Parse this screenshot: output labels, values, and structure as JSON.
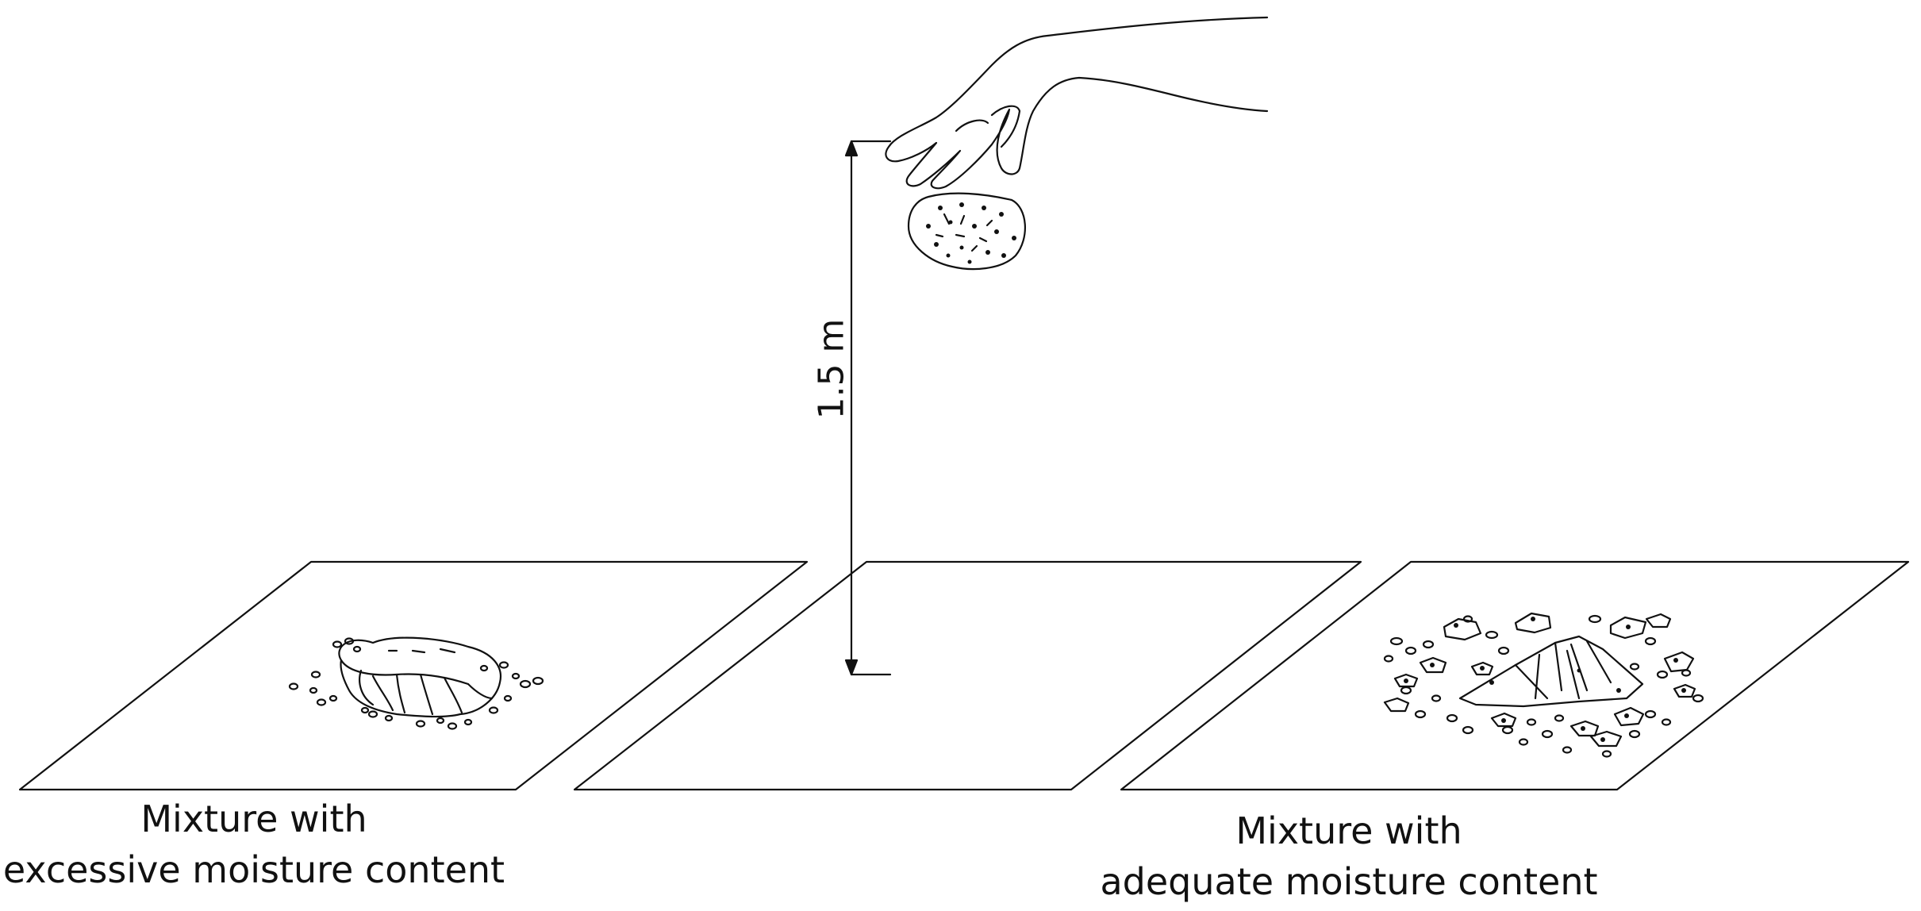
{
  "dimension": {
    "label": "1.5 m"
  },
  "captions": {
    "left": {
      "line1": "Mixture with",
      "line2": "excessive moisture content"
    },
    "right": {
      "line1": "Mixture with",
      "line2": "adequate moisture content"
    }
  },
  "colors": {
    "stroke": "#111111",
    "background": "#ffffff"
  },
  "icons": [
    "hand-icon",
    "soil-ball-icon",
    "flattened-pat-icon",
    "crumbled-fragments-icon"
  ]
}
